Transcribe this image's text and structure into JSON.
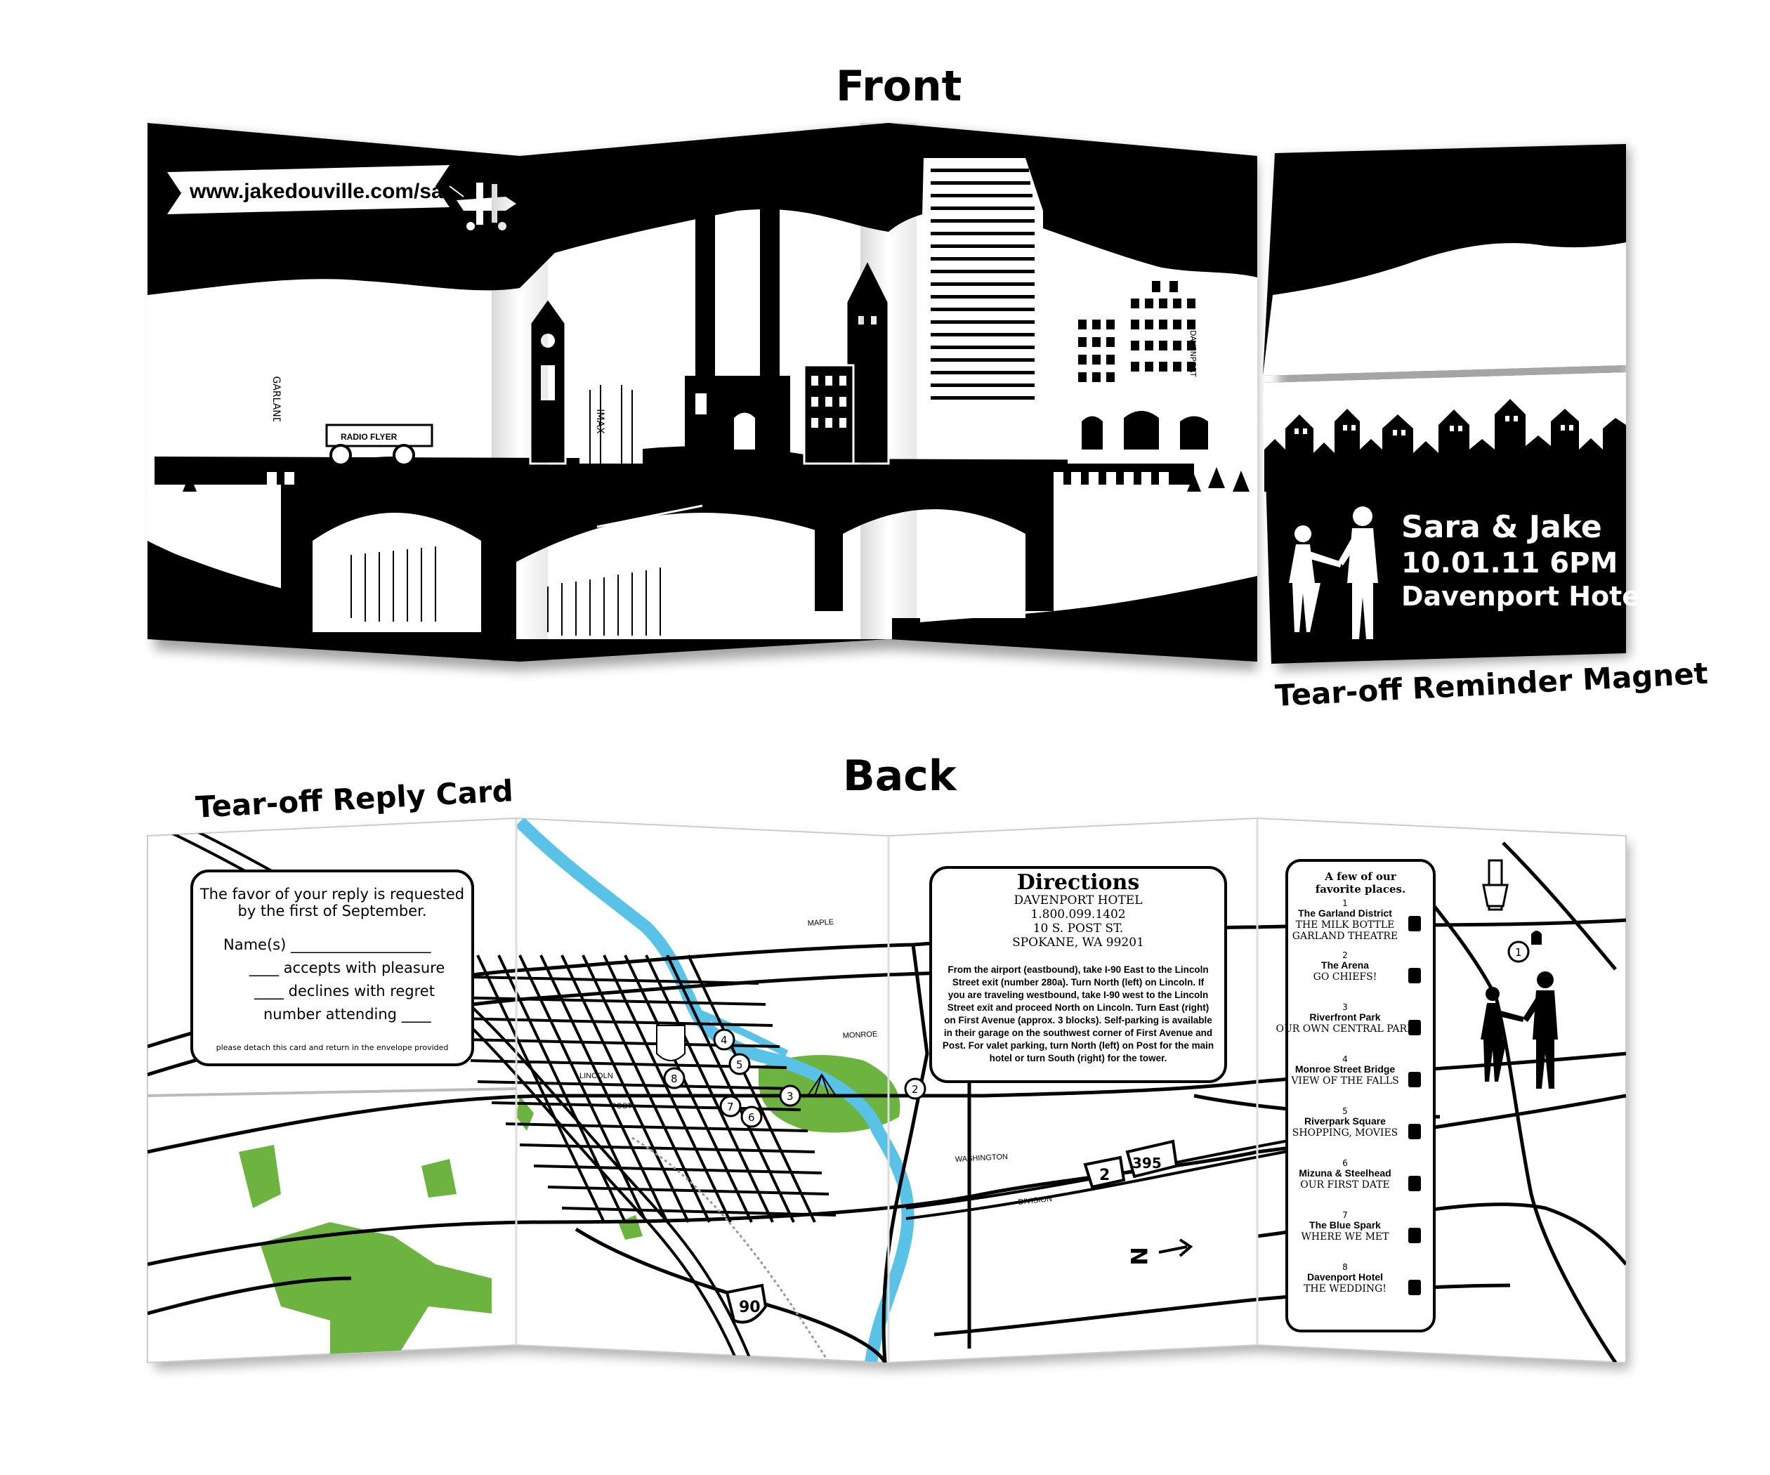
{
  "headings": {
    "front": "Front",
    "back": "Back",
    "magnet": "Tear-off Reminder Magnet",
    "reply_card": "Tear-off Reply Card"
  },
  "front": {
    "banner_url": "www.jakedouville.com/sara&jake",
    "sign_imax": "IMAX",
    "sign_davenport": "DAVENPORT",
    "sign_garland": "GARLAND",
    "wagon_label": "RADIO FLYER",
    "save_the_date": {
      "names": "Sara & Jake",
      "date": "10.01.11 6PM",
      "venue": "Davenport Hotel"
    }
  },
  "reply": {
    "line1": "The favor of your reply is requested",
    "line2": "by the first of September.",
    "names": "Name(s) ___________________",
    "accepts": "____ accepts with pleasure",
    "declines": "____ declines with regret",
    "attending": "number attending ____",
    "footer": "please detach this card and return in the envelope provided"
  },
  "directions": {
    "title": "Directions",
    "addr1": "DAVENPORT HOTEL",
    "addr2": "1.800.099.1402",
    "addr3": "10 S. POST ST.",
    "addr4": "SPOKANE, WA 99201",
    "body": [
      "From the airport (eastbound), take I-90 East to the Lincoln",
      "Street exit (number 280a). Turn North (left) on Lincoln. If",
      "you are traveling westbound, take I-90 west to the Lincoln",
      "Street exit and proceed North on Lincoln. Turn East (right)",
      "on First Avenue (approx. 3 blocks). Self-parking is available",
      "in their garage on the southwest corner of First Avenue and",
      "Post. For valet parking, turn North (left) on Post for the main",
      "hotel or turn South (right) for the tower."
    ]
  },
  "favorites": {
    "title1": "A few of our",
    "title2": "favorite places.",
    "items": [
      {
        "num": "1",
        "name": "The Garland District",
        "sub1": "THE MILK BOTTLE",
        "sub2": "GARLAND THEATRE",
        "icon": "milk-bottle-icon"
      },
      {
        "num": "2",
        "name": "The Arena",
        "sub1": "GO CHIEFS!",
        "sub2": "",
        "icon": "arena-icon"
      },
      {
        "num": "3",
        "name": "Riverfront Park",
        "sub1": "OUR OWN CENTRAL PARK",
        "sub2": "",
        "icon": "pavilion-icon"
      },
      {
        "num": "4",
        "name": "Monroe Street Bridge",
        "sub1": "VIEW OF THE FALLS",
        "sub2": "",
        "icon": "bridge-icon"
      },
      {
        "num": "5",
        "name": "Riverpark Square",
        "sub1": "SHOPPING, MOVIES",
        "sub2": "",
        "icon": "shopping-icon"
      },
      {
        "num": "6",
        "name": "Mizuna & Steelhead",
        "sub1": "OUR FIRST DATE",
        "sub2": "",
        "icon": "dinner-icon"
      },
      {
        "num": "7",
        "name": "The Blue Spark",
        "sub1": "WHERE WE MET",
        "sub2": "",
        "icon": "spark-icon"
      },
      {
        "num": "8",
        "name": "Davenport Hotel",
        "sub1": "THE WEDDING!",
        "sub2": "",
        "icon": "crest-icon"
      }
    ]
  },
  "map": {
    "streets": {
      "maple": "MAPLE",
      "monroe": "MONROE",
      "lincoln": "LINCOLN",
      "post": "POST",
      "washington": "WASHINGTON",
      "division": "DIVISION"
    },
    "shields": {
      "i90": "90",
      "us2": "2",
      "us395": "395"
    },
    "north_marker": "N",
    "markers": [
      "1",
      "2",
      "3",
      "4",
      "5",
      "6",
      "7",
      "8"
    ]
  },
  "colors": {
    "ink": "#000000",
    "paper": "#ffffff",
    "river": "#5bc2e7",
    "park": "#6db33f"
  }
}
